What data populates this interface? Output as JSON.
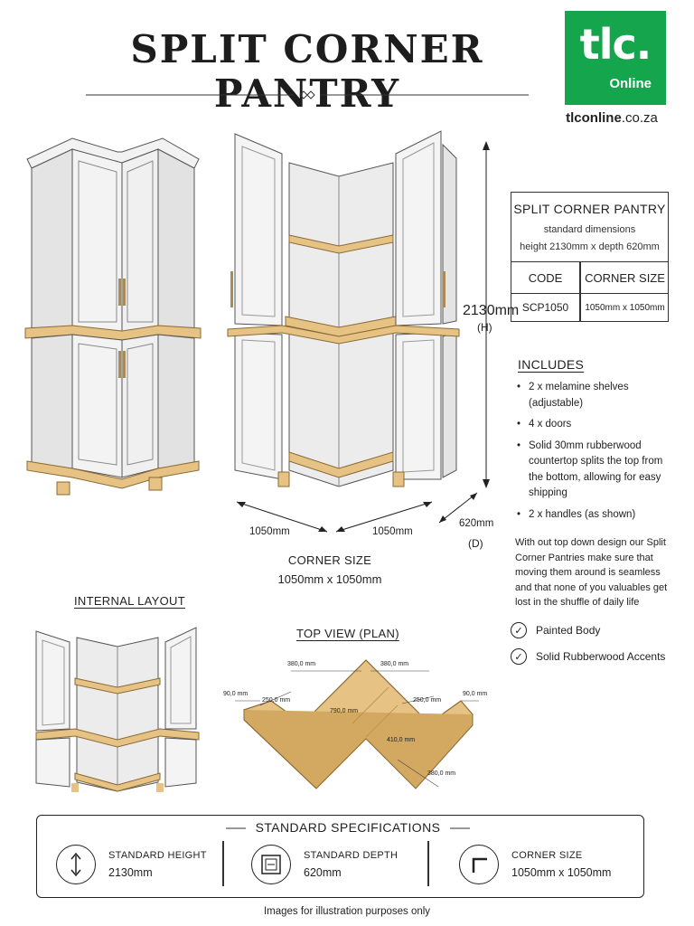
{
  "title": "SPLIT CORNER PANTRY",
  "logo": {
    "main": "tlc.",
    "sub": "Online"
  },
  "website": {
    "bold": "tlconline",
    "rest": ".co.za"
  },
  "spec_table": {
    "heading": "SPLIT CORNER PANTRY",
    "line1": "standard dimensions",
    "line2": "height 2130mm x depth 620mm",
    "col_code": "CODE",
    "col_corner": "CORNER SIZE",
    "code": "SCP1050",
    "corner_size": "1050mm x 1050mm"
  },
  "dimensions": {
    "height": "2130mm",
    "height_tag": "(H)",
    "width_left": "1050mm",
    "width_right": "1050mm",
    "depth": "620mm",
    "depth_tag": "(D)",
    "corner_label": "CORNER SIZE",
    "corner_value": "1050mm x 1050mm"
  },
  "includes": {
    "title": "INCLUDES",
    "items": [
      "2 x melamine shelves (adjustable)",
      "4 x doors",
      "Solid 30mm rubberwood countertop splits the top from the bottom, allowing for easy shipping",
      "2 x handles (as shown)"
    ],
    "description": "With out top down design our Split Corner Pantries make sure that moving them around is seamless and that none of you valuables get lost in the shuffle of daily life"
  },
  "features": [
    "Painted Body",
    "Solid Rubberwood Accents"
  ],
  "internal_layout_title": "INTERNAL LAYOUT",
  "plan": {
    "title": "TOP VIEW (PLAN)",
    "d_380_left": "380,0 mm",
    "d_380_right": "380,0 mm",
    "d_90_left": "90,0 mm",
    "d_90_right": "90,0 mm",
    "d_250_left": "250,0 mm",
    "d_250_right": "250,0 mm",
    "d_790": "790,0 mm",
    "d_410": "410,0 mm",
    "d_380_bottom": "380,0 mm"
  },
  "specs": {
    "title": "STANDARD SPECIFICATIONS",
    "height_label": "STANDARD HEIGHT",
    "height_value": "2130mm",
    "depth_label": "STANDARD DEPTH",
    "depth_value": "620mm",
    "corner_label": "CORNER SIZE",
    "corner_value": "1050mm x 1050mm"
  },
  "footer": "Images for illustration purposes only",
  "colors": {
    "brand_green": "#14a54d",
    "wood": "#e6c384",
    "cabinet": "#eeeeee"
  }
}
